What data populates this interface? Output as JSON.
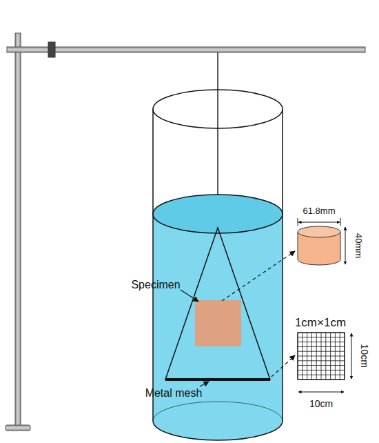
{
  "diagram": {
    "labels": [
      "Specimen",
      "Metal mesh",
      "61.8mm",
      "40mm",
      "1cm×1cm",
      "10cm",
      "10cm"
    ]
  }
}
